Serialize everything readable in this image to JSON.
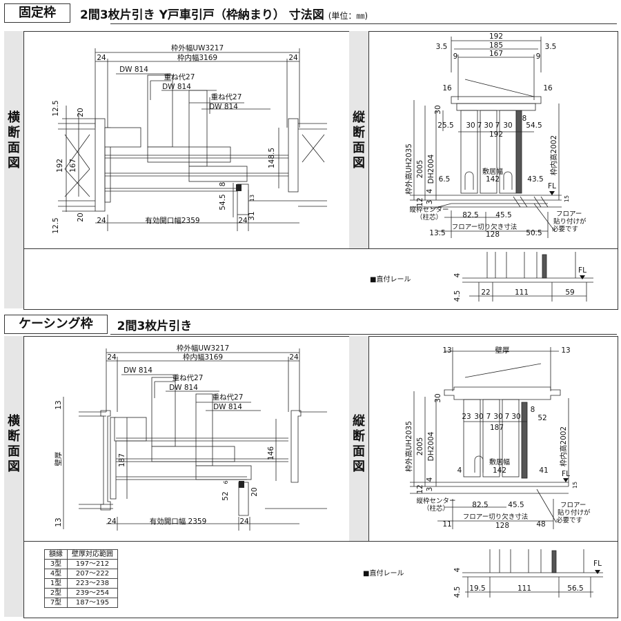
{
  "section1": {
    "header_box": "固定枠",
    "header_title": "2間3枚片引き Y戸車引戸（枠納まり） 寸法図",
    "header_unit": "(単位：㎜)",
    "horizontal_label": "横断面図",
    "vertical_label": "縦断面図",
    "plan": {
      "outer_width": "枠外幅UW3217",
      "inner_width": "枠内幅3169",
      "dw1": "DW 814",
      "overlap1": "重ね代27",
      "dw2": "DW 814",
      "overlap2": "重ね代27",
      "dw3": "DW 814",
      "effective": "有効開口幅2359",
      "d_24": "24",
      "d_12_5": "12.5",
      "d_20": "20",
      "d_192": "192",
      "d_167": "167",
      "d_148_5": "148.5",
      "d_8": "8",
      "d_54_5": "54.5",
      "d_13": "13",
      "d_31": "31"
    },
    "section": {
      "d_192": "192",
      "d_3_5": "3.5",
      "d_185": "185",
      "d_167": "167",
      "d_9": "9",
      "d_16": "16",
      "d_30": "30",
      "d_25_5": "25.5",
      "d_7": "7",
      "d_8": "8",
      "d_54_5": "54.5",
      "uh": "枠外高UH2035",
      "d_2005": "2005",
      "dh": "DH2004",
      "inner_h": "枠内高2002",
      "d_6_5": "6.5",
      "d_142": "142",
      "sill_label": "敷居幅",
      "d_43_5": "43.5",
      "fl": "FL",
      "d_4": "4",
      "d_12": "12",
      "d_3": "3",
      "d_15": "15",
      "center1": "縦枠センター",
      "center2": "（柱芯）",
      "d_82_5": "82.5",
      "d_45_5": "45.5",
      "floor_cut": "フロアー切り欠き寸法",
      "d_13_5": "13.5",
      "d_128": "128",
      "d_50_5": "50.5",
      "floor_note1": "フロアー",
      "floor_note2": "貼り付けが",
      "floor_note3": "必要です"
    },
    "rail": {
      "label": "■直付レール",
      "fl": "FL",
      "d_4": "4",
      "d_4_5": "4.5",
      "d_22": "22",
      "d_111": "111",
      "d_59": "59"
    }
  },
  "section2": {
    "header_box": "ケーシング枠",
    "header_title": "2間3枚片引き",
    "horizontal_label": "横断面図",
    "vertical_label": "縦断面図",
    "plan": {
      "outer_width": "枠外幅UW3217",
      "inner_width": "枠内幅3169",
      "dw1": "DW 814",
      "overlap1": "重ね代27",
      "dw2": "DW 814",
      "overlap2": "重ね代27",
      "dw3": "DW 814",
      "effective": "有効開口幅 2359",
      "d_24": "24",
      "d_13": "13",
      "wall": "壁厚",
      "d_187": "187",
      "d_146": "146",
      "d_6": "6",
      "d_52": "52",
      "d_20": "20"
    },
    "section": {
      "d_13": "13",
      "wall": "壁厚",
      "d_30": "30",
      "d_23": "23",
      "d_7": "7",
      "d_8": "8",
      "d_52": "52",
      "d_187": "187",
      "uh": "枠外高UH2035",
      "d_2005": "2005",
      "dh": "DH2004",
      "inner_h": "枠内高2002",
      "d_4": "4",
      "d_142": "142",
      "sill_label": "敷居幅",
      "d_41": "41",
      "fl": "FL",
      "d_12": "12",
      "d_3": "3",
      "d_15": "15",
      "center1": "縦枠センター",
      "center2": "（柱芯）",
      "d_82_5": "82.5",
      "d_45_5": "45.5",
      "floor_cut": "フロアー切り欠き寸法",
      "d_11": "11",
      "d_128": "128",
      "d_48": "48",
      "floor_note1": "フロアー",
      "floor_note2": "貼り付けが",
      "floor_note3": "必要です"
    },
    "rail": {
      "label": "■直付レール",
      "fl": "FL",
      "d_4": "4",
      "d_4_5": "4.5",
      "d_19_5": "19.5",
      "d_111": "111",
      "d_56_5": "56.5"
    },
    "table": {
      "headers": [
        "額縁",
        "壁厚対応範囲"
      ],
      "rows": [
        [
          "3型",
          "197～212"
        ],
        [
          "4型",
          "207～222"
        ],
        [
          "1型",
          "223～238"
        ],
        [
          "2型",
          "239～254"
        ],
        [
          "7型",
          "187～195"
        ]
      ]
    }
  }
}
